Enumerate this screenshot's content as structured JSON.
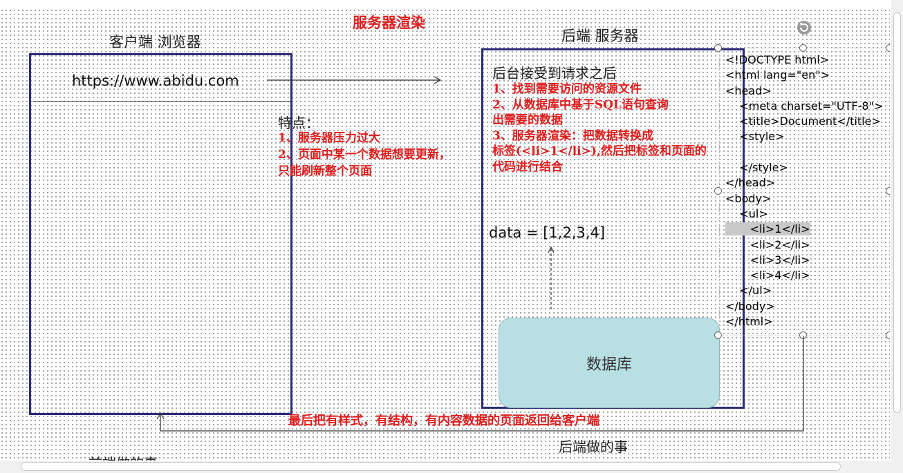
{
  "slide_title": "服务器渲染",
  "client": {
    "label": "客户端 浏览器",
    "url": "https://www.abidu.com"
  },
  "server": {
    "label": "后端 服务器",
    "heading": "后台接受到请求之后",
    "steps": [
      "1、找到需要访问的资源文件",
      "2、从数据库中基于SQL语句查询",
      "出需要的数据",
      "3、服务器渲染：把数据转换成",
      "标签(<li>1</li>),然后把标签和页面的",
      "代码进行结合"
    ],
    "data_text": "data = [1,2,3,4]",
    "database_label": "数据库"
  },
  "features": {
    "heading": "特点：",
    "items": [
      "1、服务器压力过大",
      "2、页面中某一个数据想要更新，",
      "只能刷新整个页面"
    ]
  },
  "code_block": [
    "<!DOCTYPE html>",
    "<html lang=\"en\">",
    "<head>",
    "    <meta charset=\"UTF-8\">",
    "    <title>Document</title>",
    "    <style>",
    "",
    "    </style>",
    "</head>",
    "<body>",
    "    <ul>",
    "       <li>1</li>",
    "       <li>2</li>",
    "       <li>3</li>",
    "       <li>4</li>",
    "    </ul>",
    "</body>",
    "</html>"
  ],
  "return_caption": "最后把有样式，有结构，有内容数据的页面返回给客户端",
  "backend_caption": "后端做的事",
  "frontend_caption": "前端做的事",
  "colors": {
    "accent_red": "#e11c1c",
    "box_border": "#2b2b7a",
    "database_fill": "#b8dfe3"
  }
}
